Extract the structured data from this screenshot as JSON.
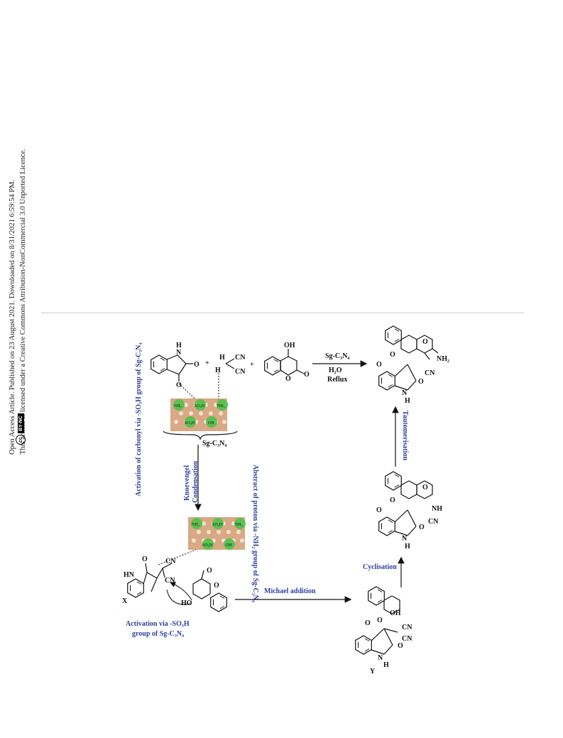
{
  "sidebar": {
    "line1": "Open Access Article. Published on 23 August 2021. Downloaded on 8/31/2021 6:59:54 PM.",
    "line2": "This article is licensed under a Creative Commons Attribution-NonCommercial 3.0 Unported Licence.",
    "badge_cc": "cc",
    "badge_label": "BY-NC"
  },
  "scheme": {
    "reagent_top": "Sg-C₃N₄",
    "solvent": "H₂O",
    "condition": "Reflux",
    "catalyst_label": "Sg-C₃N₄",
    "activation_carbonyl": "Activation of carbonyl via -SO₃H group of Sg-C₃N₄",
    "abstract_proton": "Abstract of proton via -NH₂ group of Sg-C₃N₄",
    "knoevenagel_1": "Knoevengel",
    "knoevenagel_2": "Condensation",
    "tautomerisation": "Tautomerisation",
    "cyclisation": "Cyclisation",
    "michael": "Michael addition",
    "activation_so3h_1": "Activation via -SO₃H",
    "activation_so3h_2": "group of Sg-C₃N₄",
    "label_x": "X",
    "label_y": "Y",
    "plus": "+",
    "site_nh2": "NH₂",
    "site_so3h": "SO₃H",
    "site_oh": "OH"
  },
  "atoms": {
    "H": "H",
    "N": "N",
    "O": "O",
    "CN": "CN",
    "OH": "OH",
    "HN": "HN",
    "HO": "HO",
    "NH": "NH",
    "NH2": "NH₂"
  }
}
